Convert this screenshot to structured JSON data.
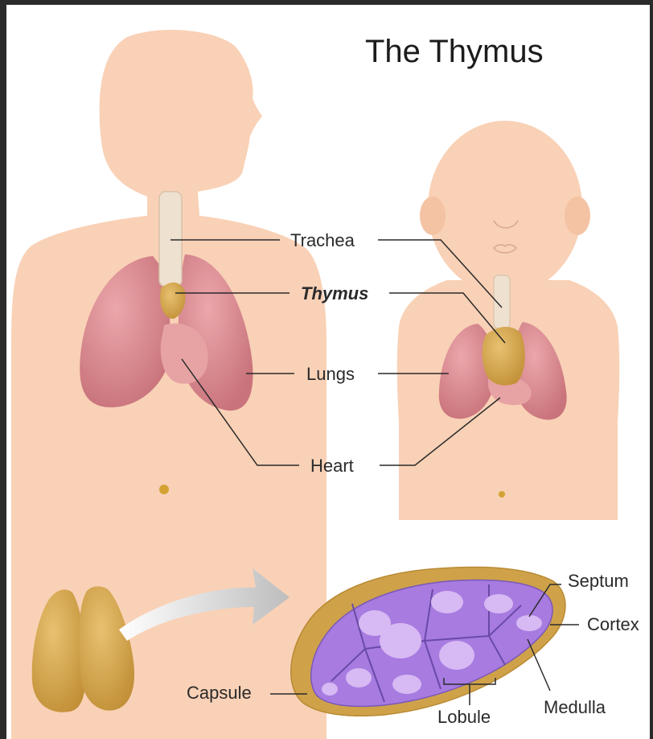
{
  "title": "The Thymus",
  "labels": {
    "trachea": "Trachea",
    "thymus": "Thymus",
    "lungs": "Lungs",
    "heart": "Heart",
    "septum": "Septum",
    "cortex": "Cortex",
    "capsule": "Capsule",
    "lobule": "Lobule",
    "medulla": "Medulla"
  },
  "colors": {
    "skin": "#f9d1b6",
    "lung": "#d98c92",
    "thymus_gland": "#d9a94a",
    "cortex": "#a77be0",
    "medulla": "#d7b9f3",
    "capsule": "#cfa24a",
    "arrow": "#c8c8c8"
  }
}
